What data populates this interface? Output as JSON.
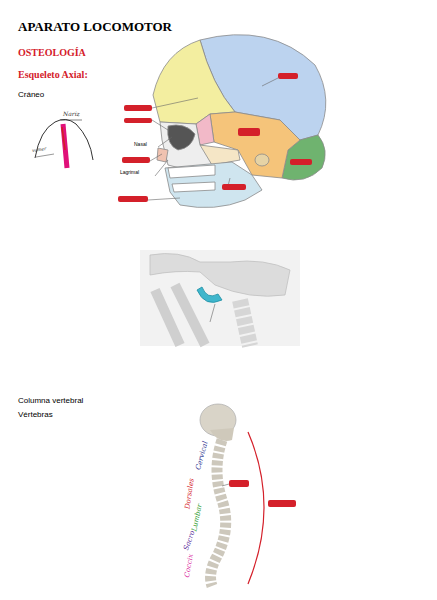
{
  "diagram": {
    "title": "APARATO LOCOMOTOR",
    "labels": [
      "OSTEOLOGÍA",
      "Esqueleto Axial:",
      "Cráneo",
      "Nariz",
      "vomer",
      "Nasal",
      "Lagrimal",
      "Columna vertebral",
      "Vértebras",
      "Cervical",
      "Dorsales",
      "Lumbar",
      "Sacro",
      "Coccix"
    ]
  }
}
